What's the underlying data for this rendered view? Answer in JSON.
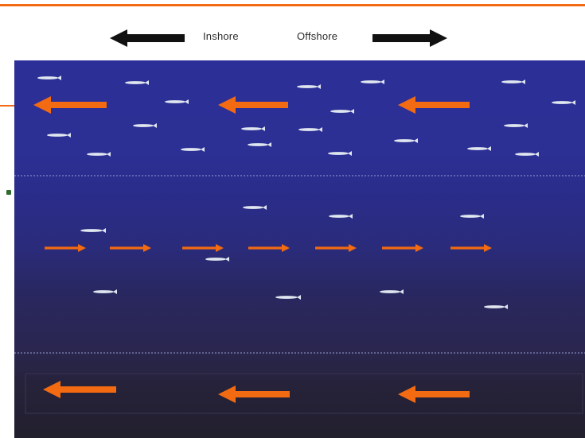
{
  "legend": {
    "inshore_label": "Inshore",
    "offshore_label": "Offshore",
    "left_arrow_icon": "arrow-left-icon",
    "right_arrow_icon": "arrow-right-icon"
  },
  "colors": {
    "accent_orange": "#f26a12",
    "fish": "#dfe6ef",
    "water_top": "#2c2f97",
    "water_bottom": "#221f2e",
    "layer_divider": "#9aa0d8",
    "legend_arrow": "#111111"
  },
  "diagram": {
    "layers": [
      {
        "name": "surface-layer",
        "current_direction": "inshore"
      },
      {
        "name": "middle-layer",
        "current_direction": "offshore"
      },
      {
        "name": "bottom-layer",
        "current_direction": "inshore"
      }
    ]
  }
}
